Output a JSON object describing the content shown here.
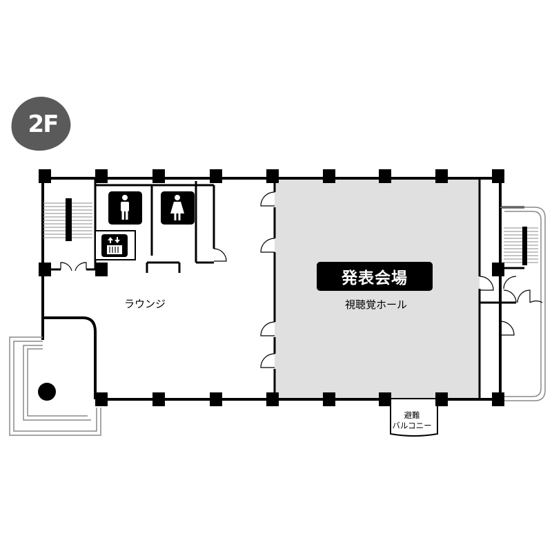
{
  "floor": {
    "label": "2F"
  },
  "rooms": {
    "hall_title": "発表会場",
    "hall_subtitle": "視聴覚ホール",
    "lounge": "ラウンジ",
    "balcony_line1": "避難",
    "balcony_line2": "バルコニー"
  },
  "icons": [
    {
      "name": "mens-restroom-icon"
    },
    {
      "name": "womens-restroom-icon"
    },
    {
      "name": "elevator-icon"
    }
  ],
  "colors": {
    "hall_fill": "#e0e0e0",
    "wall": "#000000",
    "badge": "#5a5a5a"
  }
}
